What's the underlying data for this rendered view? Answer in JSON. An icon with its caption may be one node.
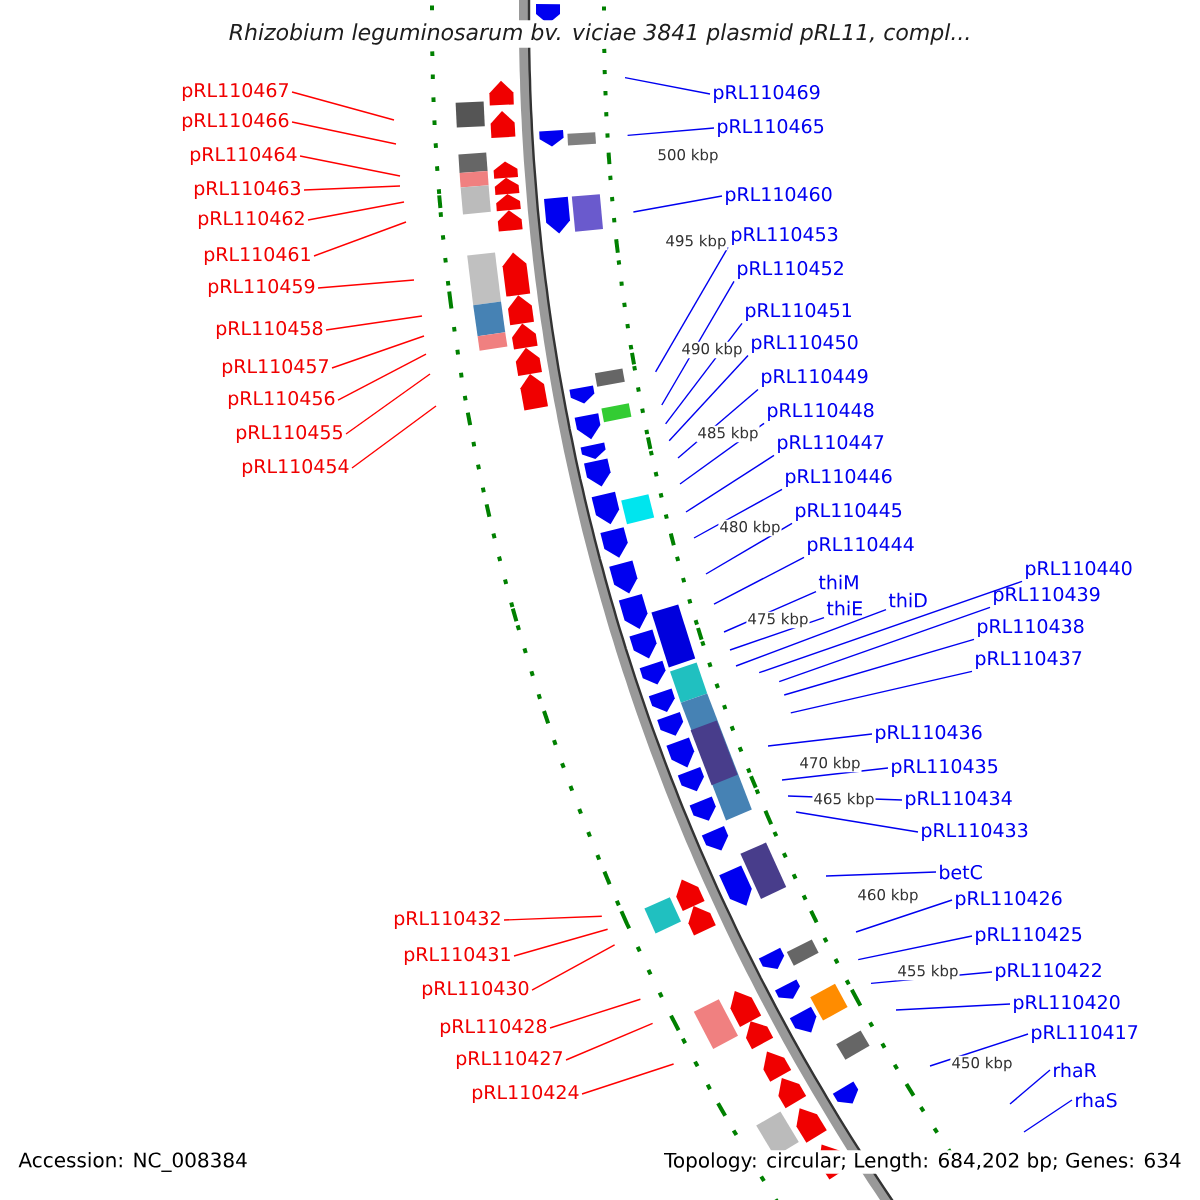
{
  "diagram": {
    "title": "Rhizobium leguminosarum bv. viciae 3841 plasmid pRL11, compl...",
    "nodes": [
      {
        "text": [
          "pRL110467"
        ]
      },
      {
        "text": [
          "pRL110466"
        ]
      },
      {
        "text": [
          "pRL110464"
        ]
      },
      {
        "text": [
          "pRL110463"
        ]
      },
      {
        "text": [
          "pRL110462"
        ]
      },
      {
        "text": [
          "pRL110461"
        ]
      },
      {
        "text": [
          "pRL110459"
        ]
      },
      {
        "text": [
          "pRL110458"
        ]
      },
      {
        "text": [
          "pRL110457"
        ]
      },
      {
        "text": [
          "pRL110456"
        ]
      },
      {
        "text": [
          "pRL110455"
        ]
      },
      {
        "text": [
          "pRL110454"
        ]
      },
      {
        "text": [
          "pRL110432"
        ]
      },
      {
        "text": [
          "pRL110431"
        ]
      },
      {
        "text": [
          "pRL110430"
        ]
      },
      {
        "text": [
          "pRL110428"
        ]
      },
      {
        "text": [
          "pRL110427"
        ]
      },
      {
        "text": [
          "pRL110424"
        ]
      },
      {
        "text": [
          "pRL110469"
        ]
      },
      {
        "text": [
          "pRL110465"
        ]
      },
      {
        "text": [
          "pRL110460"
        ]
      },
      {
        "text": [
          "pRL110453"
        ]
      },
      {
        "text": [
          "pRL110452"
        ]
      },
      {
        "text": [
          "pRL110451"
        ]
      },
      {
        "text": [
          "pRL110450"
        ]
      },
      {
        "text": [
          "pRL110449"
        ]
      },
      {
        "text": [
          "pRL110448"
        ]
      },
      {
        "text": [
          "pRL110447"
        ]
      },
      {
        "text": [
          "pRL110446"
        ]
      },
      {
        "text": [
          "pRL110445"
        ]
      },
      {
        "text": [
          "pRL110444"
        ]
      },
      {
        "text": [
          "thiM"
        ]
      },
      {
        "text": [
          "thiE"
        ]
      },
      {
        "text": [
          "thiD"
        ]
      },
      {
        "text": [
          "pRL110440"
        ]
      },
      {
        "text": [
          "pRL110439"
        ]
      },
      {
        "text": [
          "pRL110438"
        ]
      },
      {
        "text": [
          "pRL110437"
        ]
      },
      {
        "text": [
          "pRL110436"
        ]
      },
      {
        "text": [
          "pRL110435"
        ]
      },
      {
        "text": [
          "pRL110434"
        ]
      },
      {
        "text": [
          "pRL110433"
        ]
      },
      {
        "text": [
          "betC"
        ]
      },
      {
        "text": [
          "pRL110426"
        ]
      },
      {
        "text": [
          "pRL110425"
        ]
      },
      {
        "text": [
          "pRL110422"
        ]
      },
      {
        "text": [
          "pRL110420"
        ]
      },
      {
        "text": [
          "pRL110417"
        ]
      },
      {
        "text": [
          "rhaR"
        ]
      },
      {
        "text": [
          "rhaS"
        ]
      }
    ],
    "edges": [
      {
        "from": 0,
        "to": null,
        "arrow": "none",
        "color": "#ff0000"
      },
      {
        "from": 1,
        "to": null,
        "arrow": "none",
        "color": "#ff0000"
      },
      {
        "from": 2,
        "to": null,
        "arrow": "none",
        "color": "#ff0000"
      },
      {
        "from": 3,
        "to": null,
        "arrow": "none",
        "color": "#ff0000"
      },
      {
        "from": 4,
        "to": null,
        "arrow": "none",
        "color": "#ff0000"
      },
      {
        "from": 5,
        "to": null,
        "arrow": "none",
        "color": "#ff0000"
      },
      {
        "from": 6,
        "to": null,
        "arrow": "none",
        "color": "#ff0000"
      },
      {
        "from": 7,
        "to": null,
        "arrow": "none",
        "color": "#ff0000"
      },
      {
        "from": 8,
        "to": null,
        "arrow": "none",
        "color": "#ff0000"
      },
      {
        "from": 9,
        "to": null,
        "arrow": "none",
        "color": "#ff0000"
      },
      {
        "from": 10,
        "to": null,
        "arrow": "none",
        "color": "#ff0000"
      },
      {
        "from": 11,
        "to": null,
        "arrow": "none",
        "color": "#ff0000"
      },
      {
        "from": 12,
        "to": null,
        "arrow": "none",
        "color": "#ff0000"
      },
      {
        "from": 13,
        "to": null,
        "arrow": "none",
        "color": "#ff0000"
      },
      {
        "from": 14,
        "to": null,
        "arrow": "none",
        "color": "#ff0000"
      },
      {
        "from": 15,
        "to": null,
        "arrow": "none",
        "color": "#ff0000"
      },
      {
        "from": 16,
        "to": null,
        "arrow": "none",
        "color": "#ff0000"
      },
      {
        "from": 17,
        "to": null,
        "arrow": "none",
        "color": "#ff0000"
      },
      {
        "from": 18,
        "to": null,
        "arrow": "none"
      },
      {
        "from": 19,
        "to": null,
        "arrow": "none"
      },
      {
        "from": 20,
        "to": null,
        "arrow": "none"
      },
      {
        "from": 21,
        "to": null,
        "arrow": "none"
      },
      {
        "from": 22,
        "to": null,
        "arrow": "none"
      },
      {
        "from": 23,
        "to": null,
        "arrow": "none"
      },
      {
        "from": 24,
        "to": null,
        "arrow": "none"
      },
      {
        "from": 25,
        "to": null,
        "arrow": "none"
      },
      {
        "from": 26,
        "to": null,
        "arrow": "none"
      },
      {
        "from": 27,
        "to": null,
        "arrow": "none"
      },
      {
        "from": 28,
        "to": null,
        "arrow": "none"
      },
      {
        "from": 29,
        "to": null,
        "arrow": "none"
      },
      {
        "from": 30,
        "to": null,
        "arrow": "none"
      },
      {
        "from": 31,
        "to": null,
        "arrow": "none"
      },
      {
        "from": 32,
        "to": null,
        "arrow": "none"
      },
      {
        "from": 33,
        "to": null,
        "arrow": "none"
      },
      {
        "from": 34,
        "to": null,
        "arrow": "none"
      },
      {
        "from": 35,
        "to": null,
        "arrow": "none"
      },
      {
        "from": 36,
        "to": null,
        "arrow": "none"
      },
      {
        "from": 37,
        "to": null,
        "arrow": "none"
      },
      {
        "from": 38,
        "to": null,
        "arrow": "none"
      },
      {
        "from": 39,
        "to": null,
        "arrow": "none"
      },
      {
        "from": 40,
        "to": null,
        "arrow": "none"
      },
      {
        "from": 41,
        "to": null,
        "arrow": "none"
      },
      {
        "from": 42,
        "to": null,
        "arrow": "none"
      },
      {
        "from": 43,
        "to": null,
        "arrow": "none"
      },
      {
        "from": 44,
        "to": null,
        "arrow": "none"
      },
      {
        "from": 45,
        "to": null,
        "arrow": "none"
      },
      {
        "from": 46,
        "to": null,
        "arrow": "none"
      },
      {
        "from": 47,
        "to": null,
        "arrow": "none"
      },
      {
        "from": 48,
        "to": null,
        "arrow": "none"
      },
      {
        "from": 49,
        "to": null,
        "arrow": "none"
      }
    ],
    "labels": [
      "500 kbp",
      "495 kbp",
      "490 kbp",
      "485 kbp",
      "480 kbp",
      "475 kbp",
      "470 kbp",
      "465 kbp",
      "460 kbp",
      "455 kbp",
      "450 kbp",
      "Accession: NC_008384",
      "Topology: circular; Length: 684,202 bp; Genes: 634"
    ]
  }
}
